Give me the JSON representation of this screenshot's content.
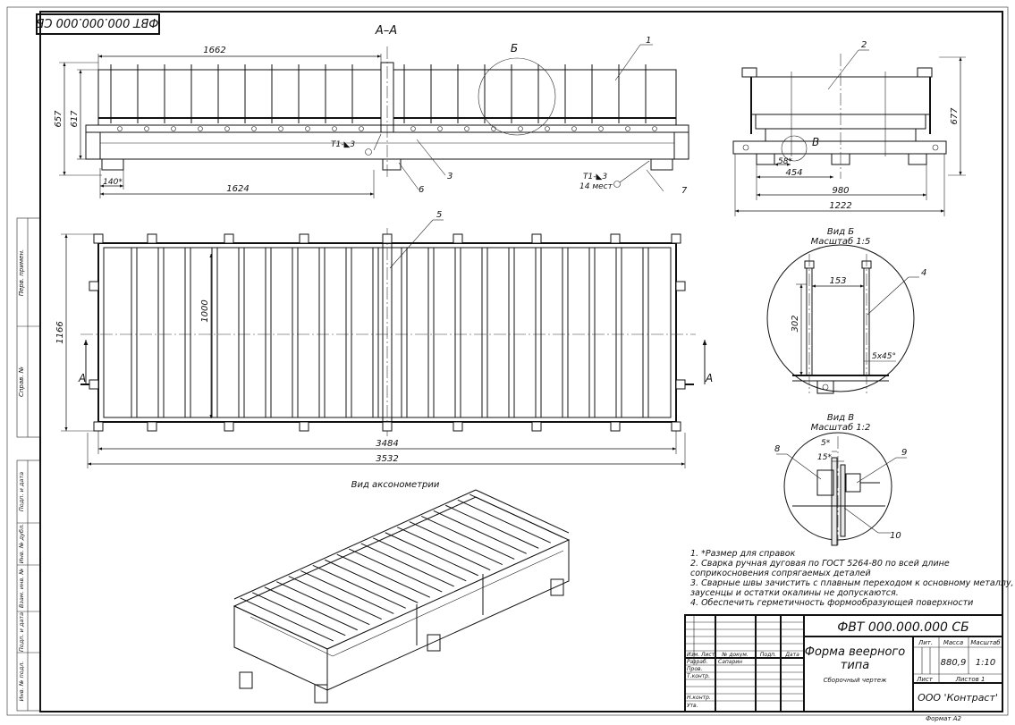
{
  "stamp_rotated": "ФВТ 000.000.000 СБ",
  "section_label": "А–А",
  "side_label_top": "Перв. примен.",
  "side_label_ref": "Справ. №",
  "side_labels_bottom": [
    "Подп. и дата",
    "Инв. № дубл.",
    "Взам. инв. №",
    "Подп. и дата",
    "Инв. № подл."
  ],
  "dims": {
    "d1662": "1662",
    "d657": "657",
    "d617": "617",
    "d140": "140*",
    "d1624": "1624",
    "weld": "T1-◣3",
    "weld2": "T1-◣3",
    "places": "14 мест",
    "d677": "677",
    "d58": "58*",
    "d454": "454",
    "d980": "980",
    "d1222": "1222",
    "d1166": "1166",
    "d1000": "1000",
    "d3484": "3484",
    "d3532": "3532",
    "d153": "153",
    "d302": "302",
    "d5x45": "5x45°",
    "d5": "5*",
    "d15": "15*"
  },
  "callouts": {
    "c1": "1",
    "c2": "2",
    "c3": "3",
    "c4": "4",
    "c5": "5",
    "c6": "6",
    "c7": "7",
    "c8": "8",
    "c9": "9",
    "c10": "10"
  },
  "view_letters": {
    "b": "Б",
    "v": "В",
    "a_left": "А",
    "a_right": "А"
  },
  "view_b": {
    "title": "Вид Б",
    "scale": "Масштаб 1:5"
  },
  "view_v": {
    "title": "Вид В",
    "scale": "Масштаб 1:2"
  },
  "axo_label": "Вид аксонометрии",
  "notes": [
    "1. *Размер для справок",
    "2. Сварка ручная дуговая по ГОСТ 5264-80 по всей длине",
    "соприкосновения сопрягаемых деталей",
    "3. Сварные швы зачистить с плавным переходом к основному металлу,",
    "заусенцы и остатки окалины не допускаются.",
    "4. Обеспечить герметичность формообразующей поверхности"
  ],
  "title_block": {
    "code": "ФВТ 000.000.000 СБ",
    "name_line1": "Форма веерного",
    "name_line2": "типа",
    "doc_type": "Сборочный чертеж",
    "col_lit": "Лит.",
    "col_mass": "Масса",
    "col_scale": "Масштаб",
    "mass": "880,9",
    "scale": "1:10",
    "sheet_label": "Лист",
    "sheets_label": "Листов 1",
    "org": "ООО 'Контраст'",
    "hdr_izm": "Изм. Лист",
    "hdr_doc": "№ докум.",
    "hdr_sign": "Подп.",
    "hdr_date": "Дата",
    "row_razrab": "Разраб.",
    "razrab_name": "Сапарин",
    "row_prov": "Пров.",
    "row_tkontr": "Т.контр.",
    "row_nkontr": "Н.контр.",
    "row_utv": "Утв.",
    "format": "Формат A2"
  }
}
